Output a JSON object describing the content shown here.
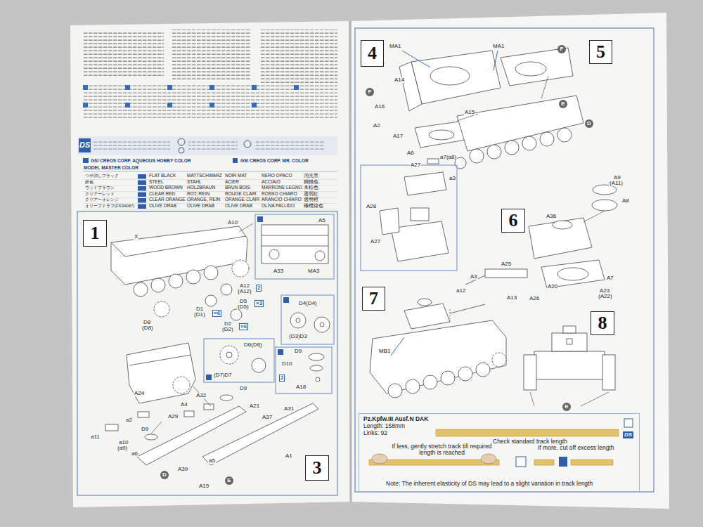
{
  "diagram": {
    "nodes": [
      {
        "text": [
          "1"
        ]
      },
      {
        "text": [
          "3"
        ]
      },
      {
        "text": [
          "4"
        ]
      },
      {
        "text": [
          "5"
        ]
      },
      {
        "text": [
          "6"
        ]
      },
      {
        "text": [
          "7"
        ]
      },
      {
        "text": [
          "8"
        ]
      },
      {
        "text": [
          "Pz.Kpfw.III Ausf.N DAK",
          "Length: 158mm",
          "Links: 92"
        ]
      }
    ],
    "labels": [
      "A10",
      "A5",
      "X",
      "A33",
      "MA3",
      "A12",
      "(A12)",
      "2",
      "D5",
      "(D5)",
      "×3",
      "D1",
      "(D1)",
      "×6",
      "D2",
      "(D2)",
      "×6",
      "D4(D4)",
      "(D3)D3",
      "D8",
      "(D8)",
      "D6(D6)",
      "(D7)D7",
      "D9",
      "D10",
      "2",
      "A18",
      "A24",
      "a2",
      "a11",
      "a10",
      "(a9)",
      "a6",
      "A4",
      "A32",
      "D9",
      "A21",
      "A29",
      "D9",
      "A31",
      "A37",
      "a5",
      "A19",
      "A39",
      "A1",
      "D",
      "E",
      "MA1",
      "MA1",
      "A14",
      "A16",
      "A15",
      "A2",
      "A17",
      "A6",
      "F",
      "F",
      "E",
      "D",
      "a7(a8)",
      "a3",
      "A27",
      "A28",
      "A27",
      "A9",
      "(A11)",
      "A8",
      "A36",
      "A25",
      "A3",
      "a12",
      "A13",
      "A26",
      "A20",
      "A7",
      "A23",
      "(A22)",
      "MB1",
      "E",
      "Check standard track length",
      "If less, gently stretch track till required length is reached",
      "If more, cut off excess length",
      "Note: The inherent elasticity of DS may lead to a slight variation in track length",
      "DS",
      "GSI CREOS CORP. AQUEOUS HOBBY COLOR",
      "GSI CREOS CORP. MR. COLOR",
      "MODEL MASTER COLOR",
      "つや消しブラック",
      "FLAT BLACK",
      "MATTSCHWARZ",
      "NOIR MAT",
      "NERO OPACO",
      "消光黑",
      "鉄色",
      "STEEL",
      "STAHL",
      "ACIER",
      "ACCIAIO",
      "鋼鐵色",
      "ウッドブラウン",
      "WOOD BROWN",
      "HOLZBRAUN",
      "BRUN BOIS",
      "MARRONE LEGNO",
      "木棕色",
      "クリアーレッド",
      "CLEAR RED",
      "ROT, REIN",
      "ROUGE CLAIR",
      "ROSSO CHIARO",
      "透明紅",
      "クリアーオレンジ",
      "CLEAR ORANGE",
      "ORANGE, REIN",
      "ORANGE CLAIR",
      "ARANCIO CHIARO",
      "透明橙",
      "オリーブドラブ(FS34087)",
      "OLIVE DRAB",
      "OLIVE DRAB",
      "OLIVE DRAB",
      "OLIVA PALLIDO",
      "橄欖綠色",
      "DS"
    ]
  }
}
